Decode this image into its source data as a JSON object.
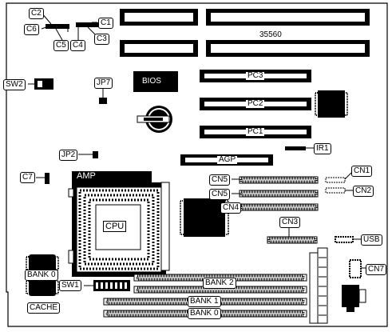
{
  "board": {
    "part_number": "35560",
    "components": {
      "bios": "BIOS",
      "cpu": "CPU",
      "amp": "AMP",
      "pc1": "PC1",
      "pc2": "PC2",
      "pc3": "PC3",
      "agp": "AGP",
      "cache": "CACHE"
    },
    "connectors": {
      "c1": "C1",
      "c2": "C2",
      "c3": "C3",
      "c4": "C4",
      "c5": "C5",
      "c6": "C6",
      "c7": "C7",
      "sw1": "SW1",
      "sw2": "SW2",
      "jp2": "JP2",
      "jp7": "JP7",
      "ir1": "IR1",
      "usb": "USB",
      "cn1": "CN1",
      "cn2": "CN2",
      "cn3": "CN3",
      "cn4": "CN4",
      "cn5a": "CN5",
      "cn5b": "CN5",
      "cn7": "CN7"
    },
    "memory": {
      "bank0_left": "BANK 0",
      "bank2": "BANK 2",
      "bank1": "BANK 1",
      "bank0": "BANK 0"
    }
  }
}
